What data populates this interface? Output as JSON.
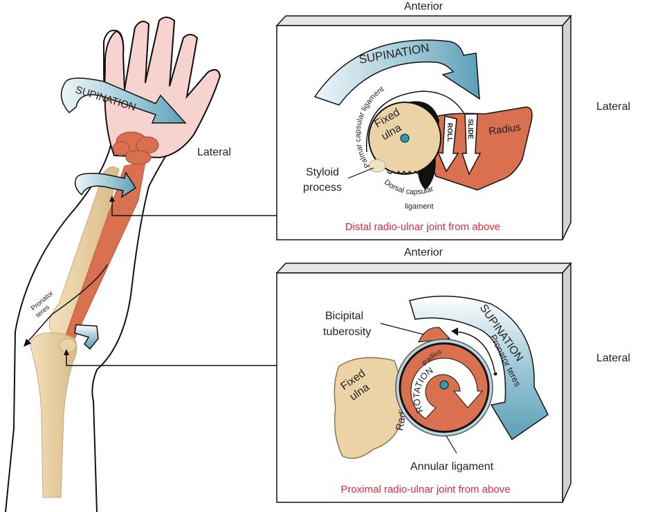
{
  "arm": {
    "supination_label": "SUPINATION",
    "lateral_label": "Lateral",
    "pronator_label_line1": "Pronator",
    "pronator_label_line2": "teres"
  },
  "distal_panel": {
    "top_label": "Anterior",
    "side_label": "Lateral",
    "supination_label": "SUPINATION",
    "palmar_ligament": "Palmar capsular ligament",
    "fixed_line1": "Fixed",
    "fixed_line2": "ulna",
    "roll": "ROLL",
    "slide": "SLIDE",
    "radius": "Radius",
    "styloid_line1": "Styloid",
    "styloid_line2": "process",
    "dorsal_line1": "Dorsal capsular",
    "dorsal_line2": "ligament",
    "caption": "Distal radio-ulnar joint from above"
  },
  "proximal_panel": {
    "top_label": "Anterior",
    "side_label": "Lateral",
    "supination_label": "SUPINATION",
    "bicipital_line1": "Bicipital",
    "bicipital_line2": "tuberosity",
    "fixed_line1": "Fixed",
    "fixed_line2": "ulna",
    "radial_notch": "Radial notch",
    "radius": "Radius",
    "rotation": "ROTATION",
    "pronator_teres": "Pronator teres",
    "annular_ligament": "Annular ligament",
    "caption": "Proximal radio-ulnar joint from above"
  },
  "colors": {
    "bone": "#ecd3a6",
    "radius": "#d9704f",
    "skin": "#f6d3cf",
    "arrow_blue": "#6aa8bf",
    "caption_red": "#e0283a"
  }
}
